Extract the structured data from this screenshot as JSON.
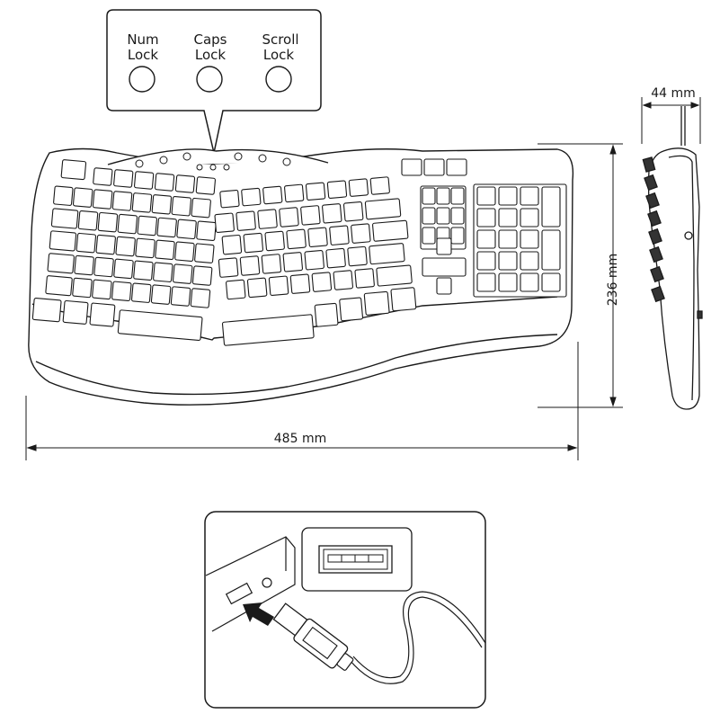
{
  "callout": {
    "num_lock": [
      "Num",
      "Lock"
    ],
    "caps_lock": [
      "Caps",
      "Lock"
    ],
    "scroll_lock": [
      "Scroll",
      "Lock"
    ]
  },
  "dimensions": {
    "width": "485 mm",
    "height": "236 mm",
    "depth": "44 mm"
  },
  "icons": {
    "callout_box": "indicator-callout",
    "keyboard_top": "ergonomic-keyboard-top-view",
    "keyboard_side": "keyboard-side-view",
    "usb_panel": "usb-connection-panel",
    "usb_port": "usb-a-port-icon",
    "usb_plug": "usb-plug-icon",
    "insert_arrow": "insert-arrow-icon"
  }
}
